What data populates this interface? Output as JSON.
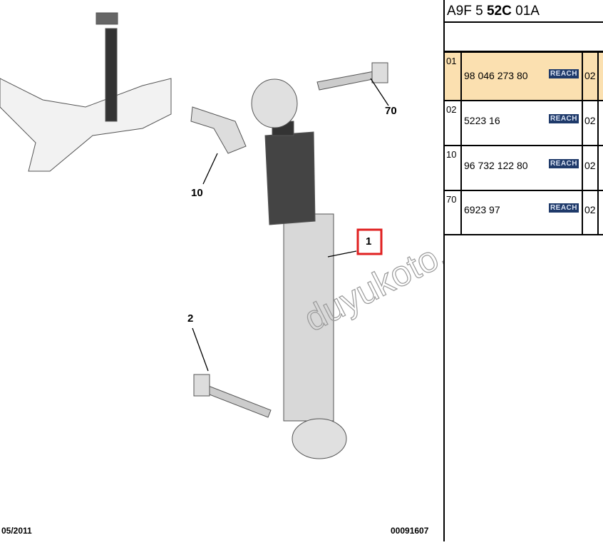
{
  "diagram": {
    "callouts": [
      {
        "label": "70"
      },
      {
        "label": "10"
      },
      {
        "label": "1"
      },
      {
        "label": "2"
      }
    ],
    "watermark": "duyukoto.com",
    "date": "05/2011",
    "ref": "00091607",
    "highlight_color": "#e02020"
  },
  "panel": {
    "title_pre": "A9F 5 ",
    "title_bold": "52C",
    "title_post": " 01A",
    "rows": [
      {
        "ref": "01",
        "part": "98 046 273 80",
        "badge": "REACH",
        "qty": "02",
        "selected": true
      },
      {
        "ref": "02",
        "part": "5223 16",
        "badge": "REACH",
        "qty": "02"
      },
      {
        "ref": "10",
        "part": "96 732 122 80",
        "badge": "REACH",
        "qty": "02"
      },
      {
        "ref": "70",
        "part": "6923 97",
        "badge": "REACH",
        "qty": "02"
      }
    ],
    "selected_color": "#fbe0b0",
    "badge_color": "#1f3a6a"
  }
}
